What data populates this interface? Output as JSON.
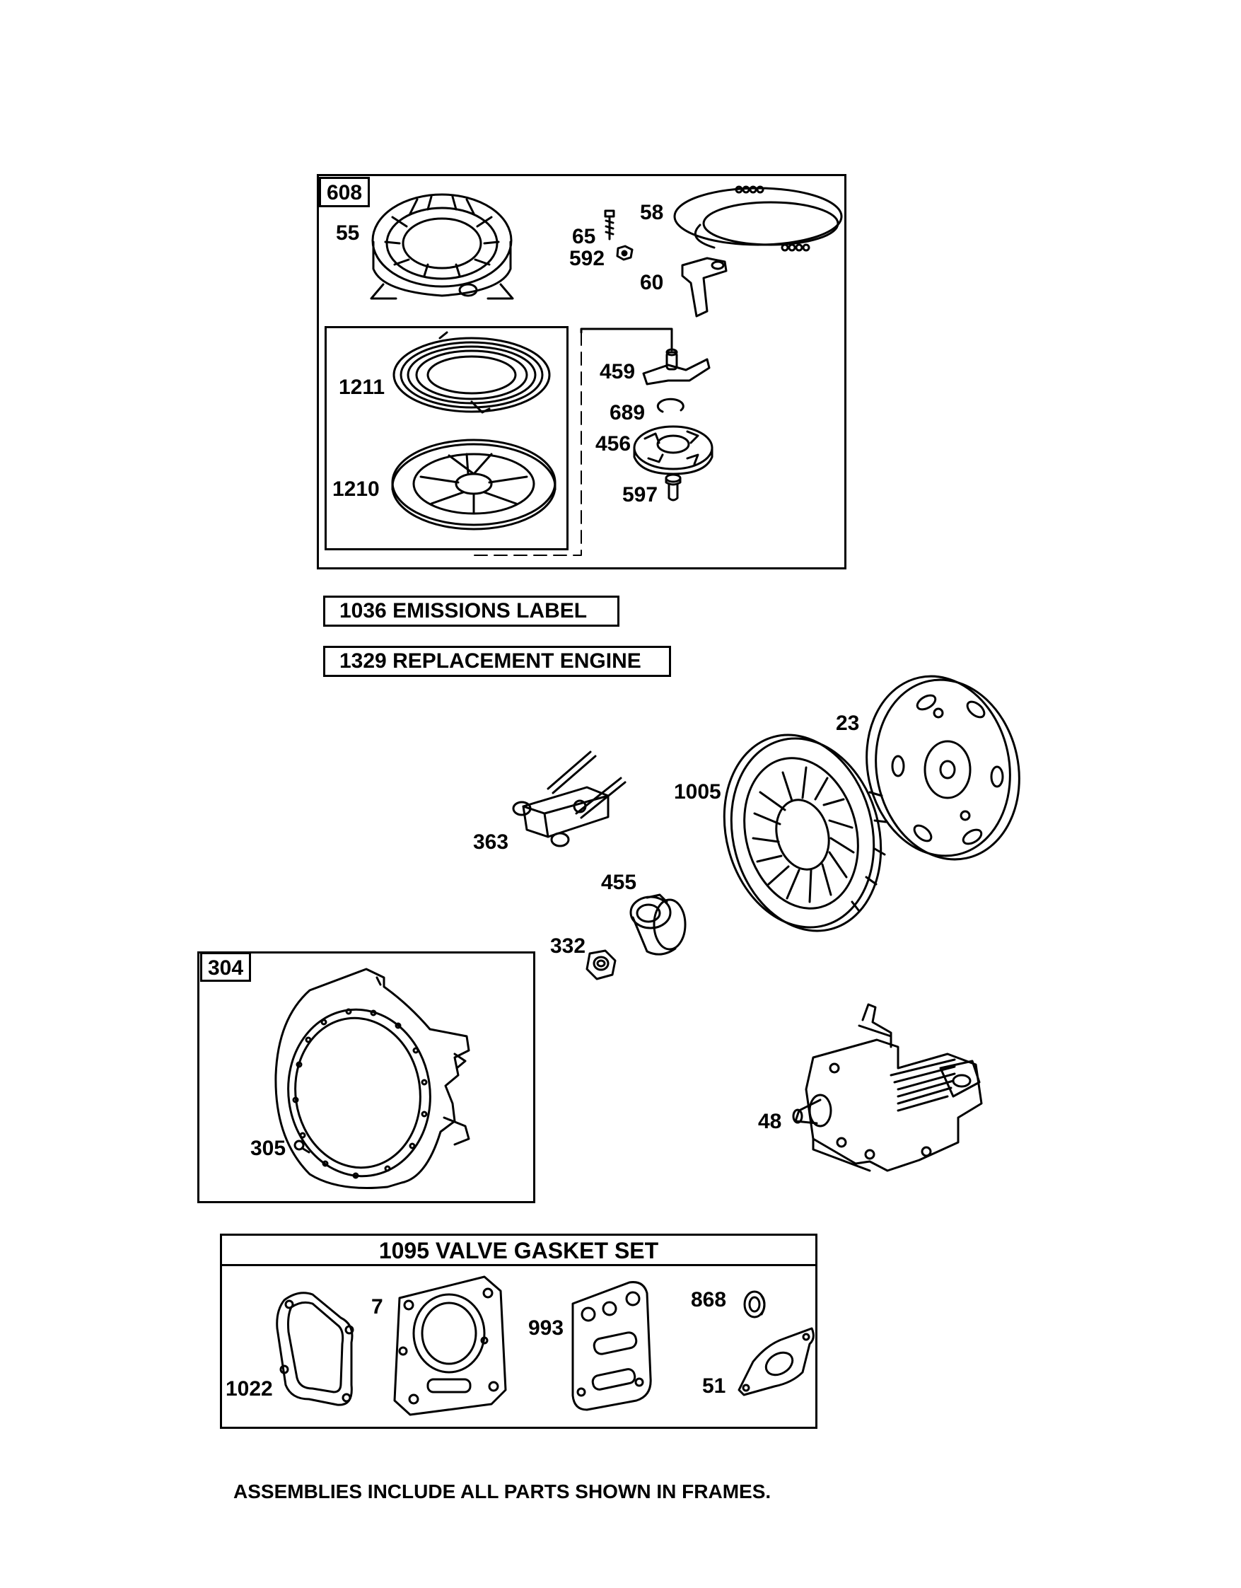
{
  "starter_group": {
    "assembly_tag": "608",
    "parts": {
      "housing": "55",
      "screw": "65",
      "nut": "592",
      "rope": "58",
      "handle": "60",
      "spring": "1211",
      "pulley": "1210",
      "pawl": "459",
      "retainer": "689",
      "ratchet": "456",
      "pawl_screw": "597"
    }
  },
  "emissions_label": "1036 EMISSIONS LABEL",
  "replacement_engine": "1329 REPLACEMENT ENGINE",
  "flywheel_group": {
    "screen": "23",
    "flywheel": "1005",
    "armature": "363",
    "cup": "455",
    "nut": "332"
  },
  "blower_group": {
    "assembly_tag": "304",
    "screw": "305"
  },
  "short_block": "48",
  "gasket_set": {
    "title": "1095 VALVE GASKET SET",
    "parts": {
      "head_gasket": "7",
      "cover_gasket": "1022",
      "intake_gasket": "993",
      "seal": "868",
      "small_gasket": "51"
    }
  },
  "footer_note": "ASSEMBLIES INCLUDE ALL PARTS SHOWN IN FRAMES."
}
